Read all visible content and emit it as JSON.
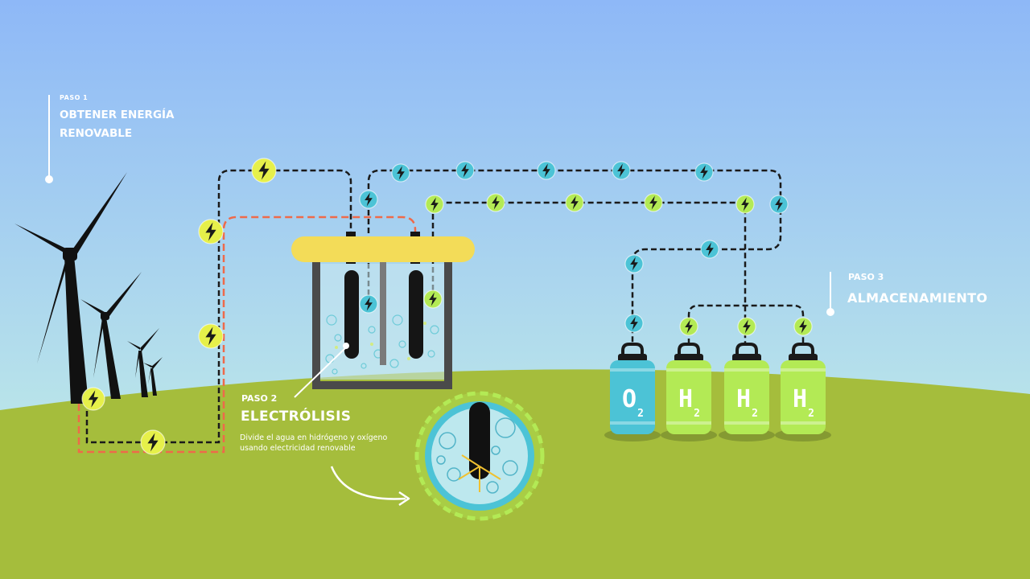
{
  "step1": {
    "step": "PASO 1",
    "title_line1": "OBTENER ENERGÍA",
    "title_line2": "RENOVABLE"
  },
  "step2": {
    "step": "PASO 2",
    "title": "ELECTRÓLISIS",
    "desc_line1": "Divide el agua en hidrógeno y oxígeno",
    "desc_line2": "usando electricidad renovable"
  },
  "step3": {
    "step": "PASO 3",
    "title": "ALMACENAMIENTO"
  },
  "tanks": [
    {
      "symbol": "O",
      "subscript": "2",
      "color": "#4cc3d6"
    },
    {
      "symbol": "H",
      "subscript": "2",
      "color": "#b3ea55"
    },
    {
      "symbol": "H",
      "subscript": "2",
      "color": "#b3ea55"
    },
    {
      "symbol": "H",
      "subscript": "2",
      "color": "#b3ea55"
    }
  ],
  "icons": {
    "energy": "lightning-bolt-icon"
  },
  "colors": {
    "sky_top": "#8eb8f7",
    "sky_bottom": "#b8e3ea",
    "grass": "#a5bd3c",
    "energy_yellow": "#e6f04a",
    "oxygen_cyan": "#4cc3d6",
    "hydrogen_green": "#b3ea55",
    "electrolyzer_lid": "#f3dc58",
    "red_circuit": "#ee6a4a"
  }
}
